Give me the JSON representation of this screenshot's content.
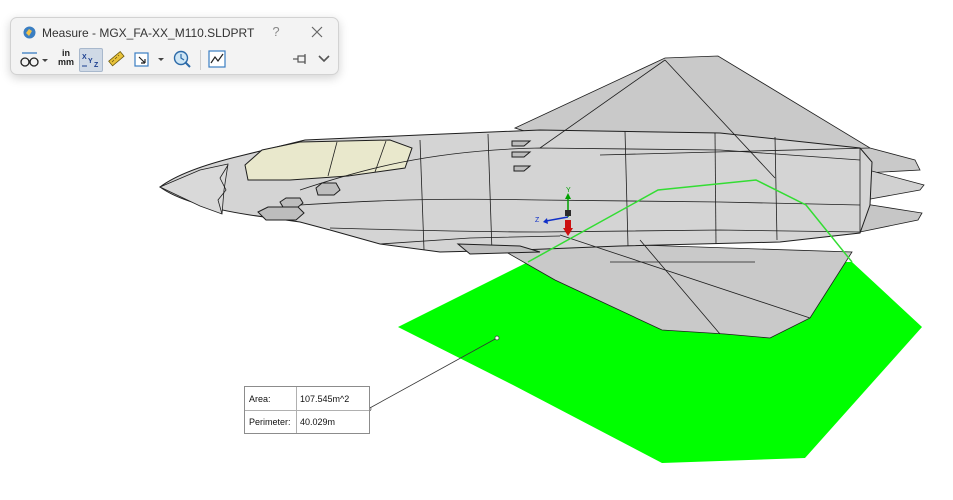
{
  "dialog": {
    "title": "Measure - MGX_FA-XX_M110.SLDPRT",
    "help_label": "?",
    "units_top": "in",
    "units_bottom": "mm",
    "toolbar_icons": [
      "arc-circle-measurement-icon",
      "units-precision-icon",
      "xyz-relative-to-icon",
      "point-to-point-icon",
      "projection-icon",
      "measurement-history-icon",
      "create-sensor-icon",
      "pin-icon",
      "collapse-chevron-icon"
    ]
  },
  "triad": {
    "y_label": "Y",
    "z_label": "Z"
  },
  "callout": {
    "area_label": "Area:",
    "area_value": "107.545m^2",
    "perimeter_label": "Perimeter:",
    "perimeter_value": "40.029m"
  },
  "colors": {
    "selected_face": "#00ff00",
    "aircraft_body": "#c9c9c9",
    "canopy": "#e9e8cc",
    "edge": "#1e1e1e"
  }
}
